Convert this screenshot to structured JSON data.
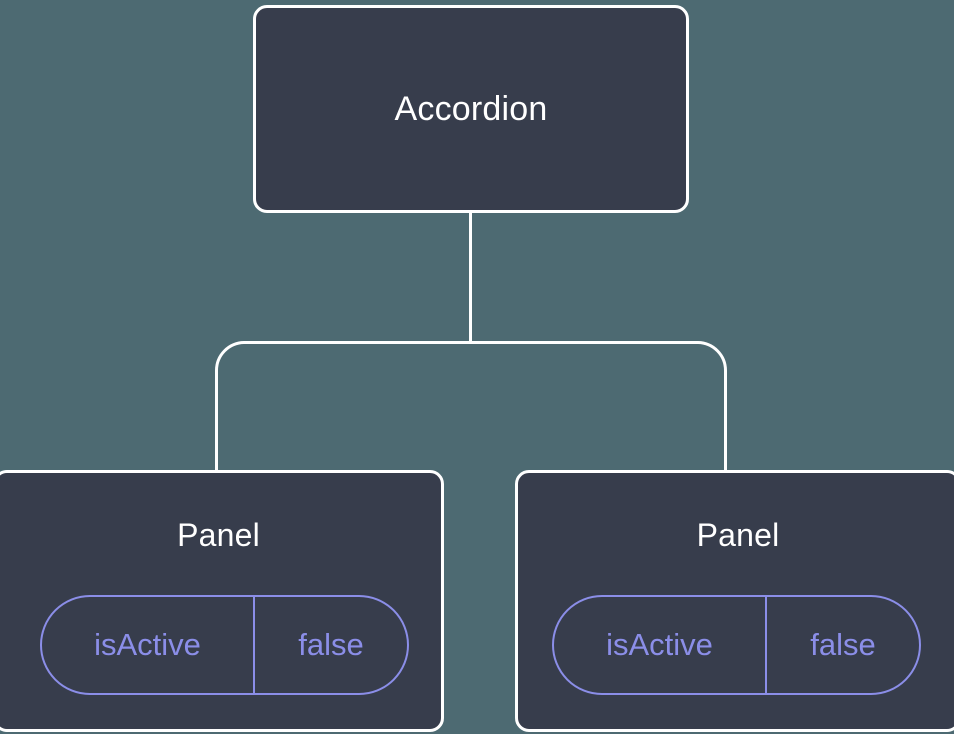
{
  "canvas": {
    "background_color": "#4d6a72",
    "node_fill_color": "#373d4c",
    "node_border_color": "#ffffff",
    "connector_color": "#ffffff",
    "prop_color": "#8b8ee8"
  },
  "tree": {
    "root": {
      "title": "Accordion"
    },
    "children": [
      {
        "title": "Panel",
        "prop": {
          "key": "isActive",
          "value": "false"
        }
      },
      {
        "title": "Panel",
        "prop": {
          "key": "isActive",
          "value": "false"
        }
      }
    ]
  }
}
